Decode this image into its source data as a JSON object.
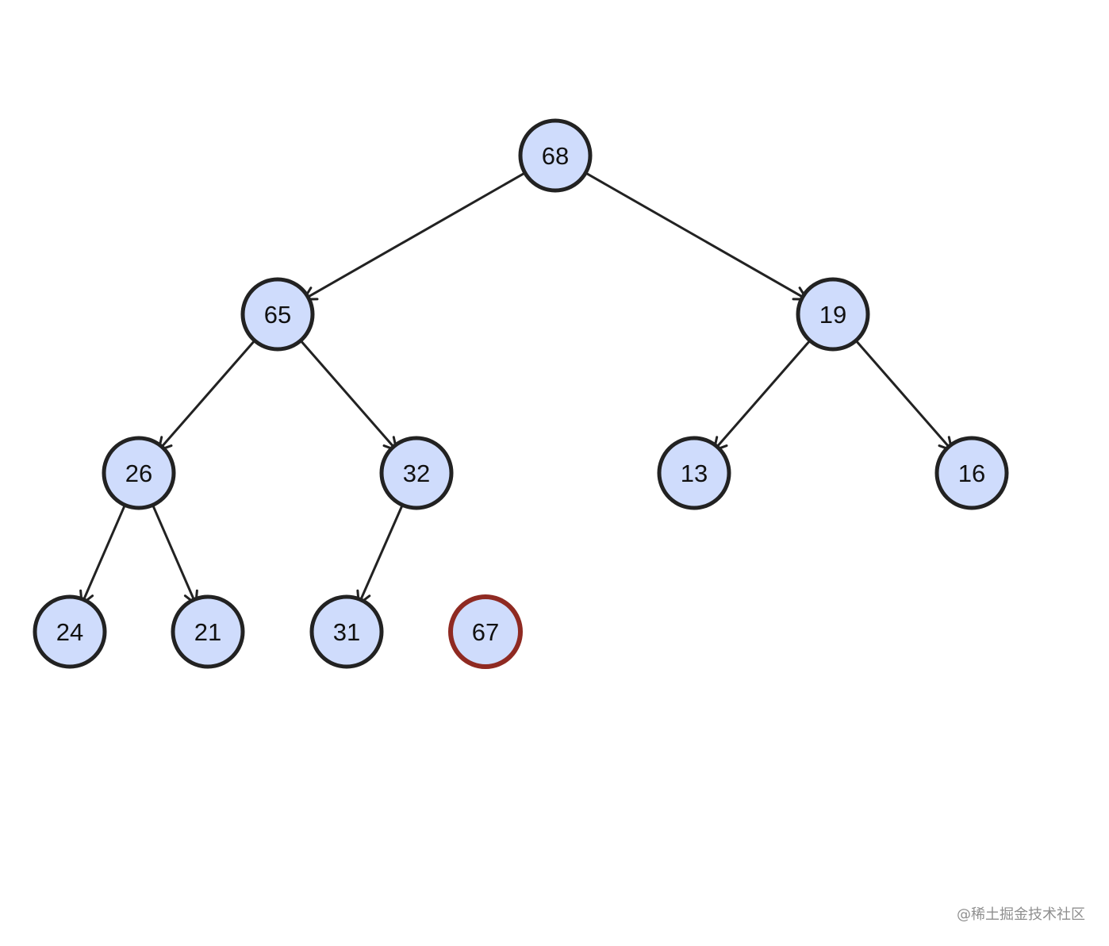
{
  "diagram": {
    "type": "binary-heap-tree",
    "colors": {
      "node_fill": "#cfdcfc",
      "node_stroke": "#222222",
      "highlight_stroke": "#8f2a22",
      "edge": "#222222"
    },
    "nodes": [
      {
        "id": "n68",
        "label": "68"
      },
      {
        "id": "n65",
        "label": "65"
      },
      {
        "id": "n19",
        "label": "19"
      },
      {
        "id": "n26",
        "label": "26"
      },
      {
        "id": "n32",
        "label": "32"
      },
      {
        "id": "n13",
        "label": "13"
      },
      {
        "id": "n16",
        "label": "16"
      },
      {
        "id": "n24",
        "label": "24"
      },
      {
        "id": "n21",
        "label": "21"
      },
      {
        "id": "n31",
        "label": "31"
      },
      {
        "id": "n67",
        "label": "67",
        "highlighted": true
      }
    ],
    "edges": [
      {
        "from": "n68",
        "to": "n65"
      },
      {
        "from": "n68",
        "to": "n19"
      },
      {
        "from": "n65",
        "to": "n26"
      },
      {
        "from": "n65",
        "to": "n32"
      },
      {
        "from": "n19",
        "to": "n13"
      },
      {
        "from": "n19",
        "to": "n16"
      },
      {
        "from": "n26",
        "to": "n24"
      },
      {
        "from": "n26",
        "to": "n21"
      },
      {
        "from": "n32",
        "to": "n31"
      }
    ]
  },
  "watermark": "@稀土掘金技术社区"
}
